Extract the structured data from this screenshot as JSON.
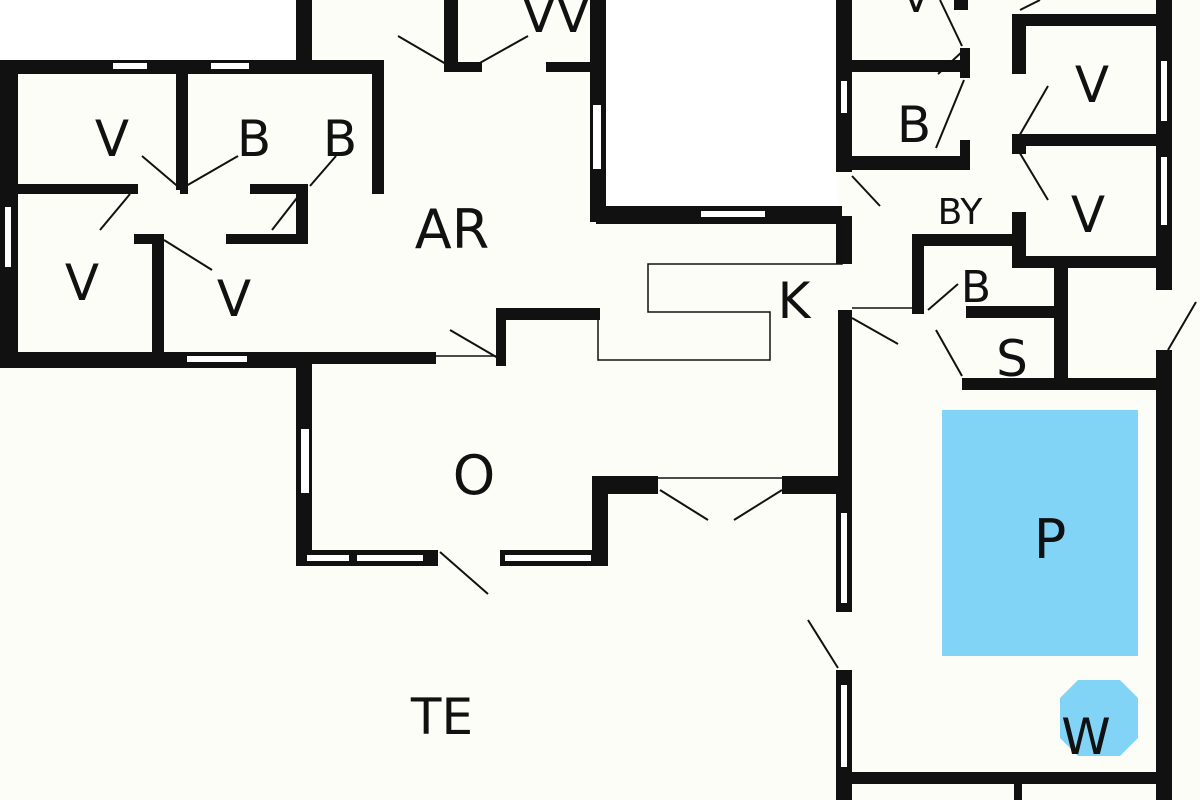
{
  "colors": {
    "wall": "#111111",
    "floor": "#fdfdf7",
    "pool": "#82d4f7",
    "background": "#ffffff"
  },
  "rooms": [
    {
      "id": "v-top-center",
      "label": "VV"
    },
    {
      "id": "v-top-right",
      "label": "V"
    },
    {
      "id": "v-left-upper",
      "label": "V"
    },
    {
      "id": "b-left-1",
      "label": "B"
    },
    {
      "id": "b-left-2",
      "label": "B"
    },
    {
      "id": "ar",
      "label": "AR"
    },
    {
      "id": "b-right-upper",
      "label": "B"
    },
    {
      "id": "v-right-1",
      "label": "V"
    },
    {
      "id": "v-right-2",
      "label": "V"
    },
    {
      "id": "by",
      "label": "BY"
    },
    {
      "id": "v-left-lower-1",
      "label": "V"
    },
    {
      "id": "v-left-lower-2",
      "label": "V"
    },
    {
      "id": "k",
      "label": "K"
    },
    {
      "id": "b-right-lower",
      "label": "B"
    },
    {
      "id": "s",
      "label": "S"
    },
    {
      "id": "o",
      "label": "O"
    },
    {
      "id": "p",
      "label": "P"
    },
    {
      "id": "te",
      "label": "TE"
    },
    {
      "id": "w",
      "label": "W"
    }
  ]
}
